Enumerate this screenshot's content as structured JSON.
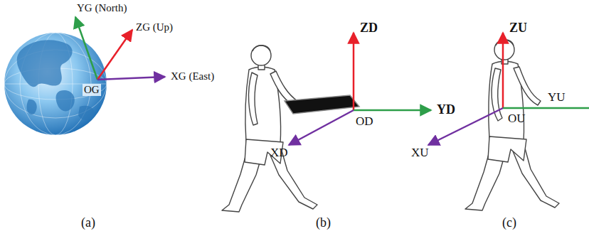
{
  "diagram": {
    "labels": [
      "YG (North)",
      "ZG (Up)",
      "OG",
      "XG (East)",
      "ZD",
      "YD",
      "OD",
      "XD",
      "ZU",
      "OU",
      "YU",
      "XU",
      "(a)",
      "(b)",
      "(c)"
    ]
  }
}
